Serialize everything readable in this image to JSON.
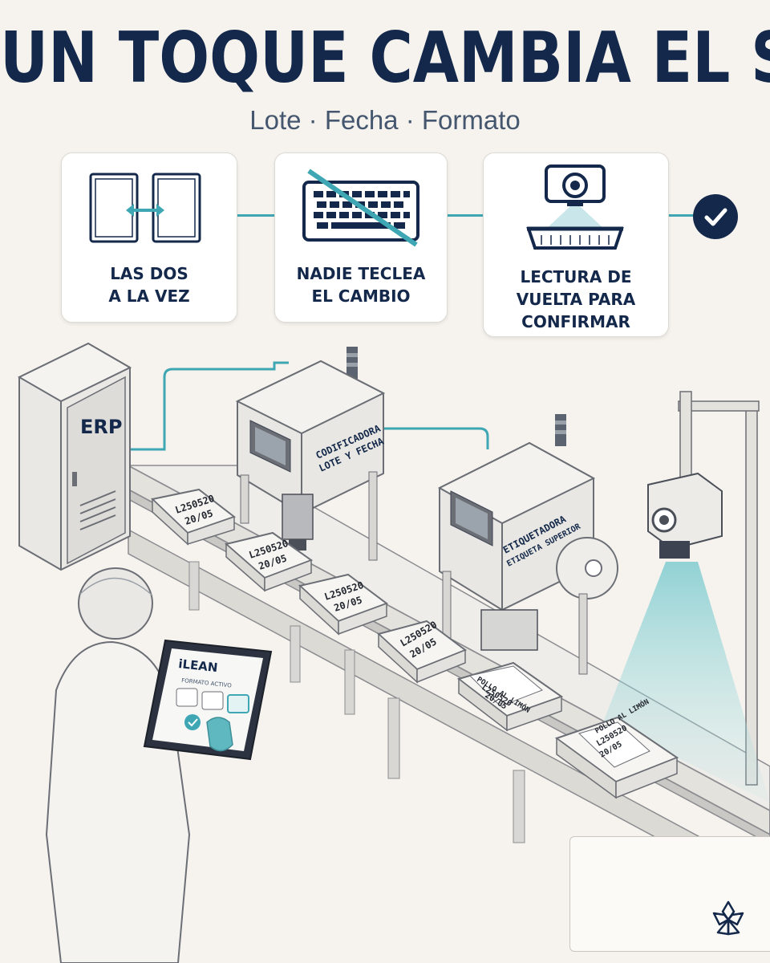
{
  "header": {
    "title": "UN TOQUE CAMBIA EL SKU",
    "subtitle": "Lote · Fecha · Formato"
  },
  "steps": [
    {
      "label": "LAS DOS\nA LA VEZ",
      "icon": "dual-panel-arrow-icon"
    },
    {
      "label": "NADIE TECLEA\nEL CAMBIO",
      "icon": "crossed-keyboard-icon"
    },
    {
      "label": "LECTURA DE\nVUELTA PARA\nCONFIRMAR",
      "icon": "camera-tray-icon"
    }
  ],
  "final_status_icon": "check-circle-icon",
  "scene": {
    "erp_label": "ERP",
    "coder": {
      "line1": "CODIFICADORA",
      "line2": "LOTE Y FECHA"
    },
    "labeler": {
      "line1": "ETIQUETADORA",
      "line2": "ETIQUETA SUPERIOR"
    },
    "tray_code": {
      "lot": "L250520",
      "date": "20/05"
    },
    "product_label": "POLLO AL LIMÓN",
    "tablet": {
      "brand": "iLEAN",
      "caption": "FORMATO ACTIVO"
    }
  },
  "logo": {
    "icon": "flower-logo-icon"
  },
  "colors": {
    "navy": "#13284a",
    "teal": "#3ea7b3",
    "background": "#f6f3ee"
  }
}
